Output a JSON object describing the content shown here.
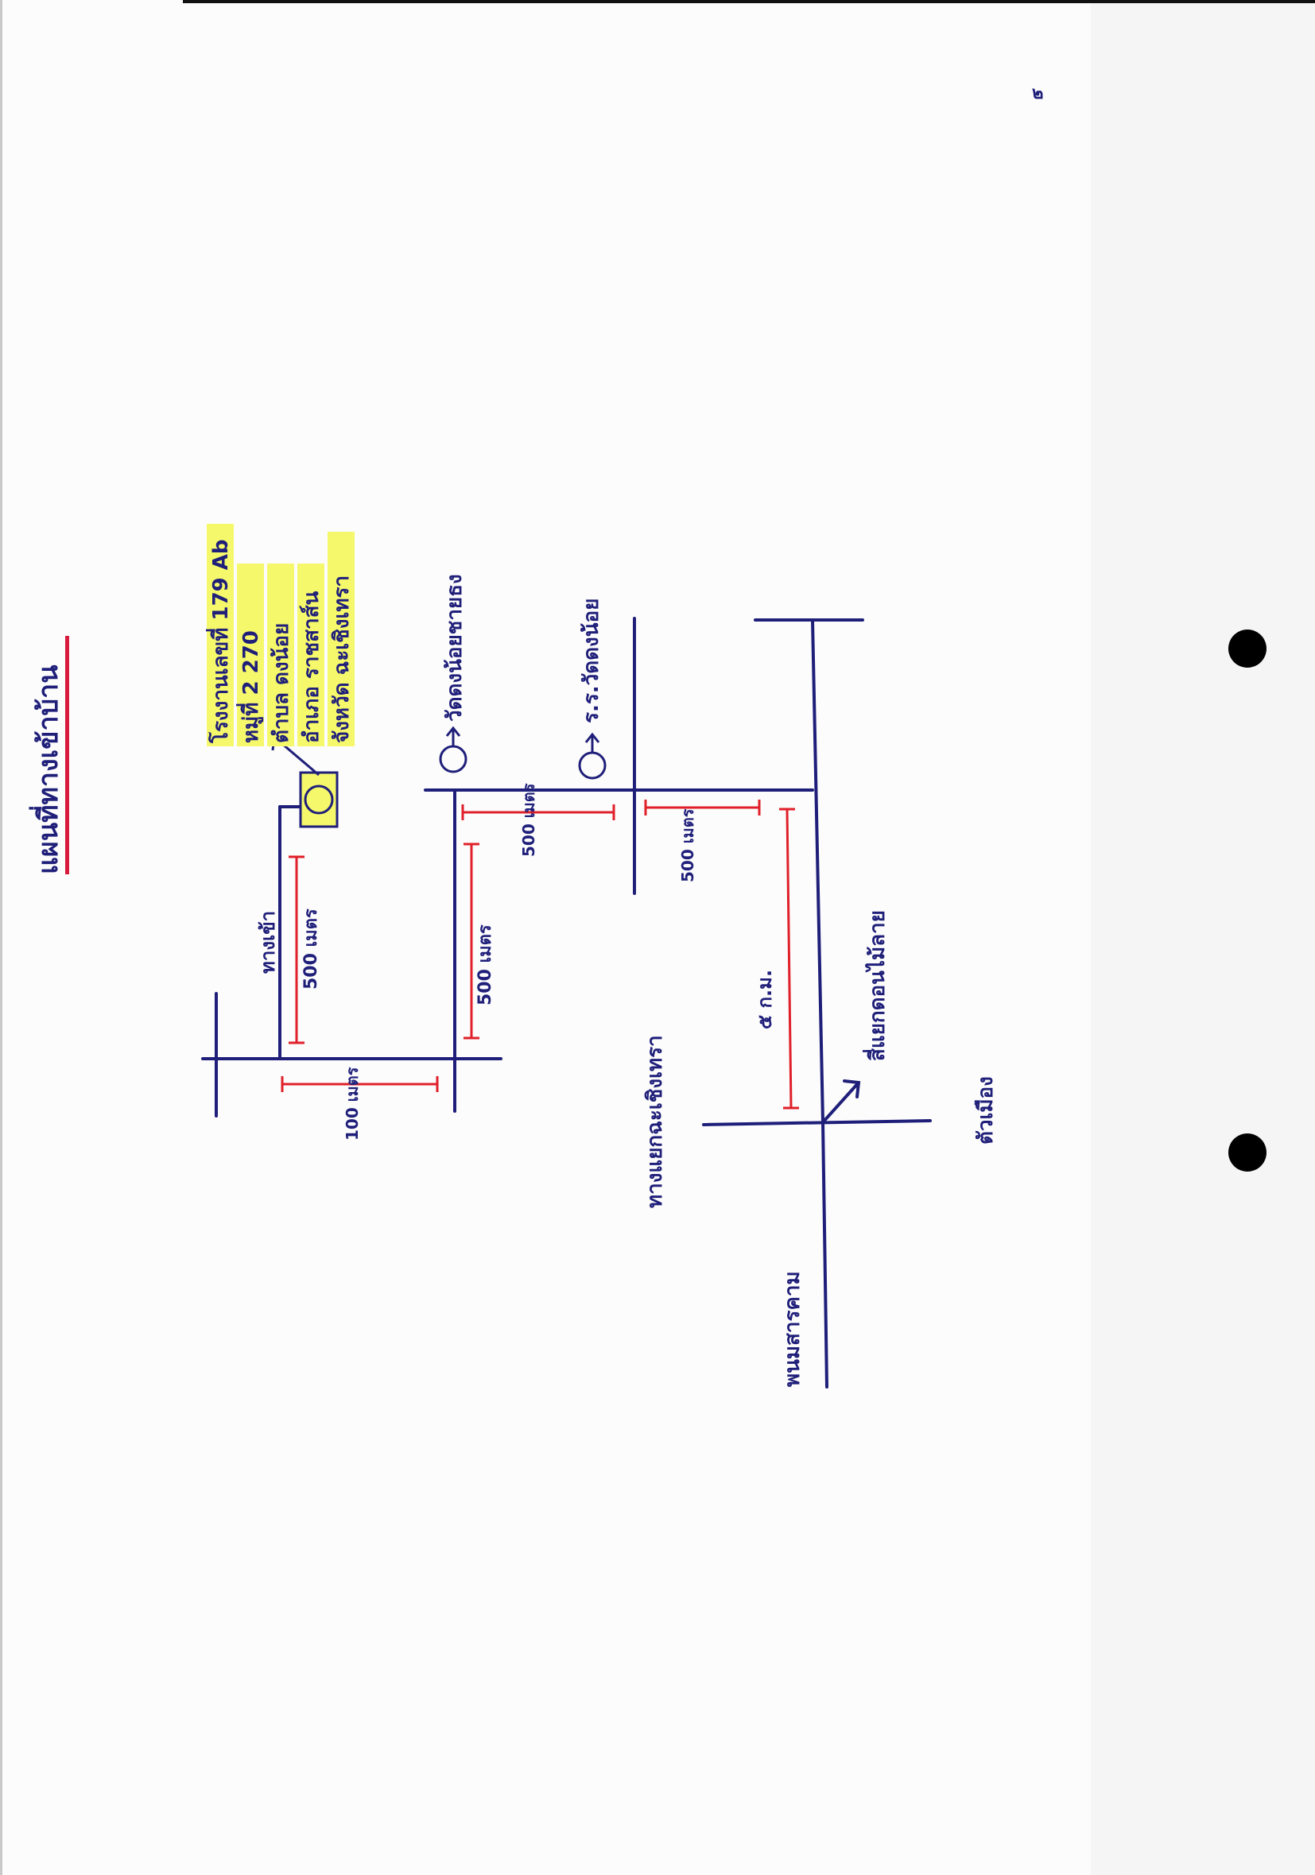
{
  "page_number": "๒",
  "title": "แผนที่ทางเข้าบ้าน",
  "address": {
    "line1": "โรงงานเลขที่ 179 Ab",
    "line2": "หมู่ที่ 2 270",
    "line3": "ตำบล ดงน้อย",
    "line4": "อำเภอ ราชสาส์น",
    "line5": "จังหวัด ฉะเชิงเทรา"
  },
  "places": {
    "temple": "วัดดงน้อยชายธง",
    "school": "ร.ร.วัดดงน้อย",
    "lane": "ทางเข้า",
    "bangkhla_junction": "ทางแยกฉะเชิงเทรา",
    "phanomsarakham": "พนมสารคาม",
    "main_junction": "สี่แยกดอนไม้ลาย",
    "to_town": "ตัวเมือง",
    "km": "๕ ก.ม."
  },
  "distances": {
    "d100": "100 เมตร",
    "d500_lane": "500 เมตร",
    "d500_side": "500 เมตร",
    "d500_top_a": "500 เมตร",
    "d500_top_b": "500 เมตร"
  },
  "colors": {
    "ink": "#1f1f7a",
    "measure": "#e0202a",
    "highlight": "#f6f86b",
    "title_underline": "#d81b3c"
  }
}
